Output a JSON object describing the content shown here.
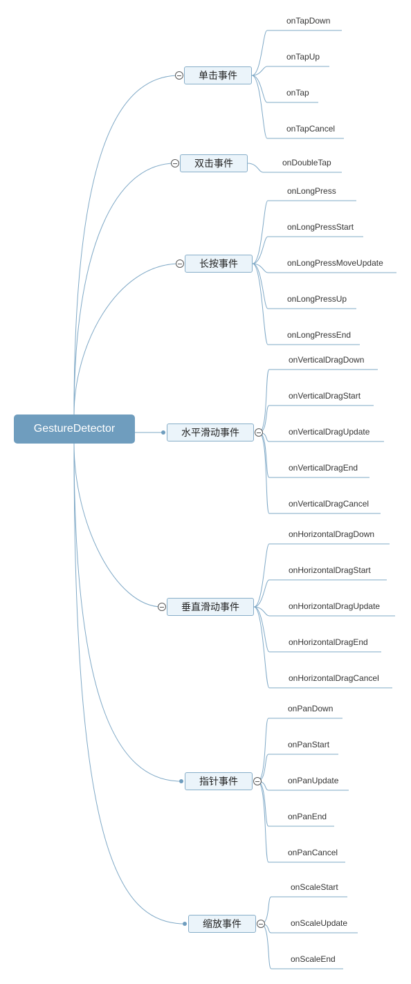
{
  "root": {
    "label": "GestureDetector"
  },
  "branches": [
    {
      "label": "单击事件",
      "leaves": [
        "onTapDown",
        "onTapUp",
        "onTap",
        "onTapCancel"
      ]
    },
    {
      "label": "双击事件",
      "leaves": [
        "onDoubleTap"
      ]
    },
    {
      "label": "长按事件",
      "leaves": [
        "onLongPress",
        "onLongPressStart",
        "onLongPressMoveUpdate",
        "onLongPressUp",
        "onLongPressEnd"
      ]
    },
    {
      "label": "水平滑动事件",
      "leaves": [
        "onVerticalDragDown",
        "onVerticalDragStart",
        "onVerticalDragUpdate",
        "onVerticalDragEnd",
        "onVerticalDragCancel"
      ]
    },
    {
      "label": "垂直滑动事件",
      "leaves": [
        "onHorizontalDragDown",
        "onHorizontalDragStart",
        "onHorizontalDragUpdate",
        "onHorizontalDragEnd",
        "onHorizontalDragCancel"
      ]
    },
    {
      "label": "指针事件",
      "leaves": [
        "onPanDown",
        "onPanStart",
        "onPanUpdate",
        "onPanEnd",
        "onPanCancel"
      ]
    },
    {
      "label": "缩放事件",
      "leaves": [
        "onScaleStart",
        "onScaleUpdate",
        "onScaleEnd"
      ]
    }
  ],
  "colors": {
    "line": "#7ea8c6",
    "root_fill": "#6f9dbe",
    "branch_fill": "#ebf4fa",
    "branch_border": "#86adc8"
  }
}
